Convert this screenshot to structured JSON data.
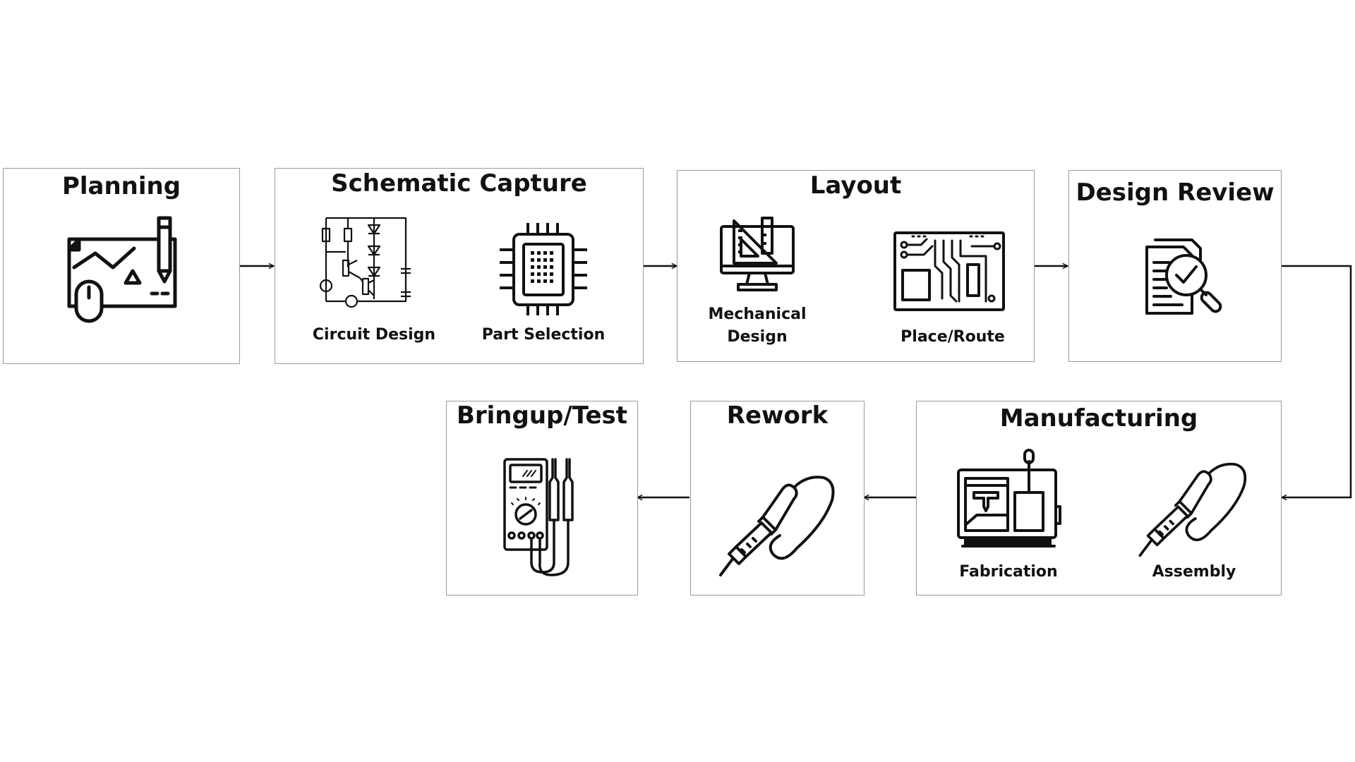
{
  "stages": {
    "planning": {
      "title": "Planning"
    },
    "schematic": {
      "title": "Schematic Capture",
      "items": [
        "Circuit Design",
        "Part Selection"
      ]
    },
    "layout": {
      "title": "Layout",
      "items": [
        "Mechanical\nDesign",
        "Place/Route"
      ]
    },
    "review": {
      "title": "Design Review"
    },
    "manufacturing": {
      "title": "Manufacturing",
      "items": [
        "Fabrication",
        "Assembly"
      ]
    },
    "rework": {
      "title": "Rework"
    },
    "bringup": {
      "title": "Bringup/Test"
    }
  },
  "flow": [
    "Planning",
    "Schematic Capture",
    "Layout",
    "Design Review",
    "Manufacturing",
    "Rework",
    "Bringup/Test"
  ],
  "icons": {
    "planning": "design-sketch-icon",
    "circuit": "circuit-schematic-icon",
    "part": "microchip-icon",
    "mechanical": "monitor-drafting-icon",
    "placeroute": "pcb-board-icon",
    "review": "document-review-icon",
    "fabrication": "fabrication-machine-icon",
    "assembly": "soldering-iron-icon",
    "rework": "soldering-iron-icon",
    "bringup": "multimeter-icon"
  },
  "colors": {
    "stroke": "#111111",
    "border": "#9a9a9a",
    "background": "#ffffff"
  }
}
